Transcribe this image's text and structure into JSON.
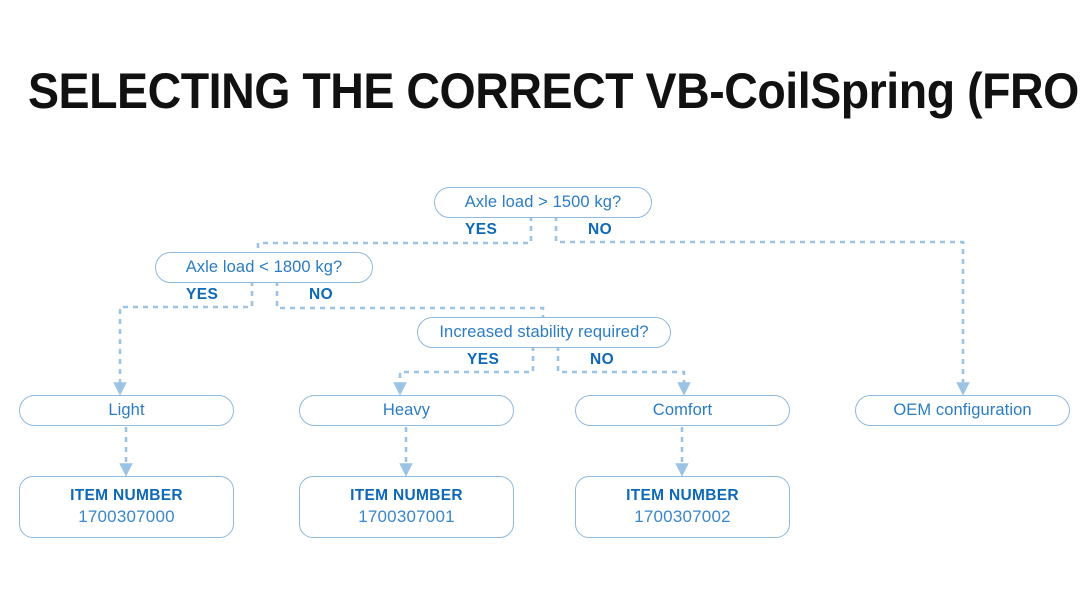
{
  "title": "SELECTING THE CORRECT VB-CoilSpring (FRONT AXLE)",
  "colors": {
    "title_text": "#111111",
    "node_border": "#8fb8dd",
    "node_text": "#2b7cc4",
    "label_text": "#0e68b8",
    "connector": "#9cc3e4",
    "background": "#ffffff"
  },
  "chart_data": {
    "type": "diagram",
    "title": "SELECTING THE CORRECT VB-CoilSpring (FRONT AXLE)",
    "diagram_kind": "decision-flowchart",
    "nodes": [
      {
        "id": "q1",
        "kind": "decision",
        "label": "Axle load > 1500 kg?"
      },
      {
        "id": "q2",
        "kind": "decision",
        "label": "Axle load < 1800 kg?"
      },
      {
        "id": "q3",
        "kind": "decision",
        "label": "Increased stability required?"
      },
      {
        "id": "r1",
        "kind": "outcome",
        "label": "Light"
      },
      {
        "id": "r2",
        "kind": "outcome",
        "label": "Heavy"
      },
      {
        "id": "r3",
        "kind": "outcome",
        "label": "Comfort"
      },
      {
        "id": "r4",
        "kind": "outcome",
        "label": "OEM configuration"
      },
      {
        "id": "n1",
        "kind": "item",
        "label": "ITEM NUMBER",
        "value": "1700307000"
      },
      {
        "id": "n2",
        "kind": "item",
        "label": "ITEM NUMBER",
        "value": "1700307001"
      },
      {
        "id": "n3",
        "kind": "item",
        "label": "ITEM NUMBER",
        "value": "1700307002"
      }
    ],
    "edges": [
      {
        "from": "q1",
        "to": "q2",
        "label": "YES"
      },
      {
        "from": "q1",
        "to": "r4",
        "label": "NO"
      },
      {
        "from": "q2",
        "to": "r1",
        "label": "YES"
      },
      {
        "from": "q2",
        "to": "q3",
        "label": "NO"
      },
      {
        "from": "q3",
        "to": "r2",
        "label": "YES"
      },
      {
        "from": "q3",
        "to": "r3",
        "label": "NO"
      },
      {
        "from": "r1",
        "to": "n1",
        "label": ""
      },
      {
        "from": "r2",
        "to": "n2",
        "label": ""
      },
      {
        "from": "r3",
        "to": "n3",
        "label": ""
      }
    ]
  },
  "decisions": {
    "q1": {
      "text": "Axle load > 1500 kg?",
      "yes": "YES",
      "no": "NO"
    },
    "q2": {
      "text": "Axle load < 1800 kg?",
      "yes": "YES",
      "no": "NO"
    },
    "q3": {
      "text": "Increased stability required?",
      "yes": "YES",
      "no": "NO"
    }
  },
  "outcomes": {
    "light": "Light",
    "heavy": "Heavy",
    "comfort": "Comfort",
    "oem": "OEM configuration"
  },
  "items": {
    "light": {
      "label": "ITEM NUMBER",
      "value": "1700307000"
    },
    "heavy": {
      "label": "ITEM NUMBER",
      "value": "1700307001"
    },
    "comfort": {
      "label": "ITEM NUMBER",
      "value": "1700307002"
    }
  }
}
